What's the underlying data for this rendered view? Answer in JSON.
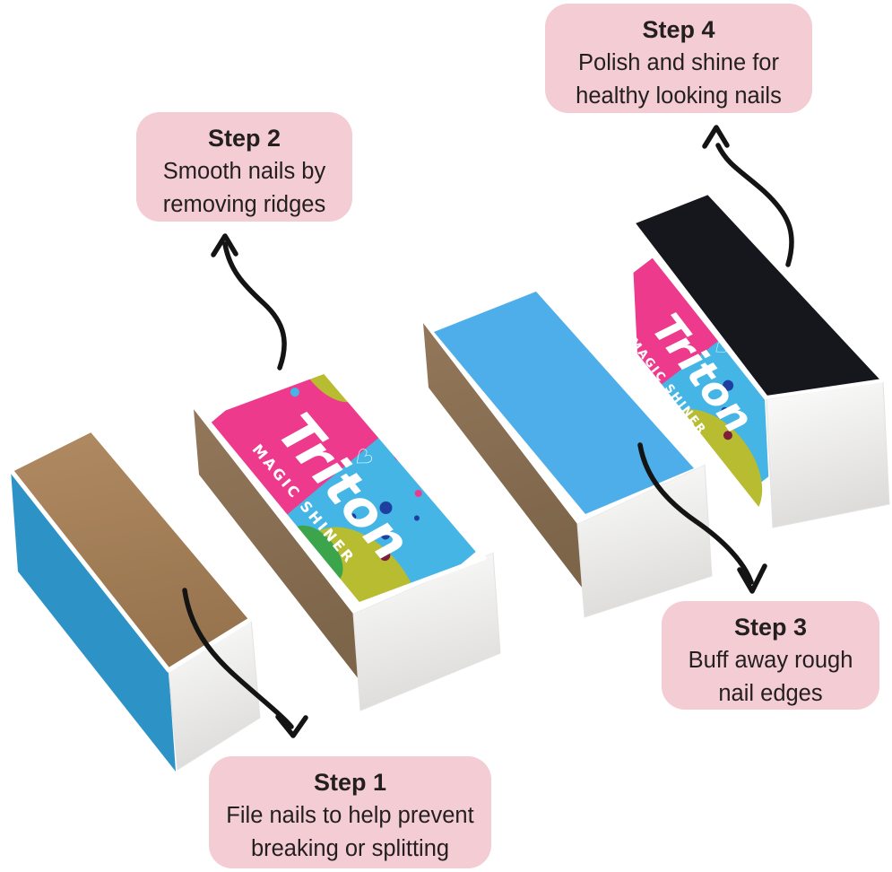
{
  "brand": {
    "name": "Triton",
    "tagline": "MAGIC SHINER",
    "heart": "♡"
  },
  "steps": [
    {
      "title": "Step 1",
      "line1": "File nails to help prevent",
      "line2": "breaking or splitting"
    },
    {
      "title": "Step 2",
      "line1": "Smooth nails by",
      "line2": "removing ridges"
    },
    {
      "title": "Step 3",
      "line1": "Buff away rough",
      "line2": "nail edges"
    },
    {
      "title": "Step 4",
      "line1": "Polish and shine for",
      "line2": "healthy looking nails"
    }
  ],
  "colors": {
    "callout_pink": "#f3ccd4",
    "text_dark": "#231f1f",
    "arrow_black": "#141414",
    "suede_light": "#b08a62",
    "suede_dark": "#97744e",
    "wood_light": "#93775a",
    "wood_dark": "#7d654a",
    "blue_side": "#2d93c6",
    "blue_top": "#4daee9",
    "black_buffer": "#16161d",
    "white_face_light": "#fdfdfd",
    "white_face_dark": "#dddcda",
    "rim_white": "#ffffff",
    "label_magenta": "#ee3a8c",
    "label_blue": "#45b5e6",
    "label_olive": "#b7bc30",
    "label_green": "#3ca54b",
    "label_yellow": "#f4d02c",
    "label_navy": "#1e3ea0",
    "label_maroon": "#7c1e3c"
  }
}
